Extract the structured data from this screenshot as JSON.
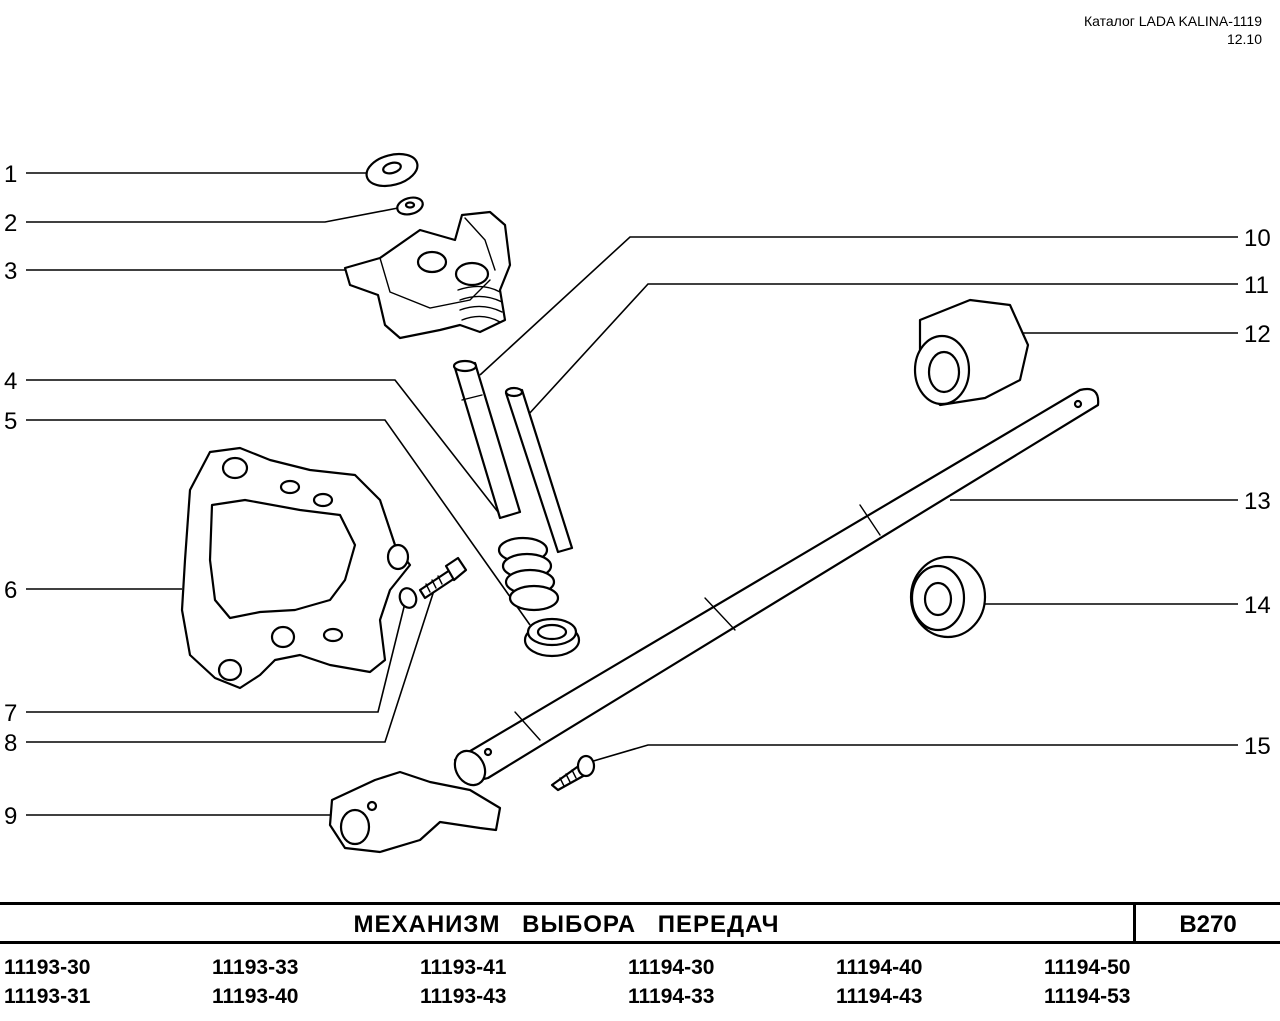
{
  "header": {
    "catalog": "Каталог LADA KALINA-1119",
    "date": "12.10"
  },
  "callouts": [
    "1",
    "2",
    "3",
    "4",
    "5",
    "6",
    "7",
    "8",
    "9",
    "10",
    "11",
    "12",
    "13",
    "14",
    "15"
  ],
  "title_bar": {
    "title": "МЕХАНИЗМ   ВЫБОРА   ПЕРЕДАЧ",
    "code": "B270"
  },
  "models": [
    [
      "11193-30",
      "11193-31"
    ],
    [
      "11193-33",
      "11193-40"
    ],
    [
      "11193-41",
      "11193-43"
    ],
    [
      "11194-30",
      "11194-33"
    ],
    [
      "11194-40",
      "11194-43"
    ],
    [
      "11194-50",
      "11194-53"
    ]
  ]
}
